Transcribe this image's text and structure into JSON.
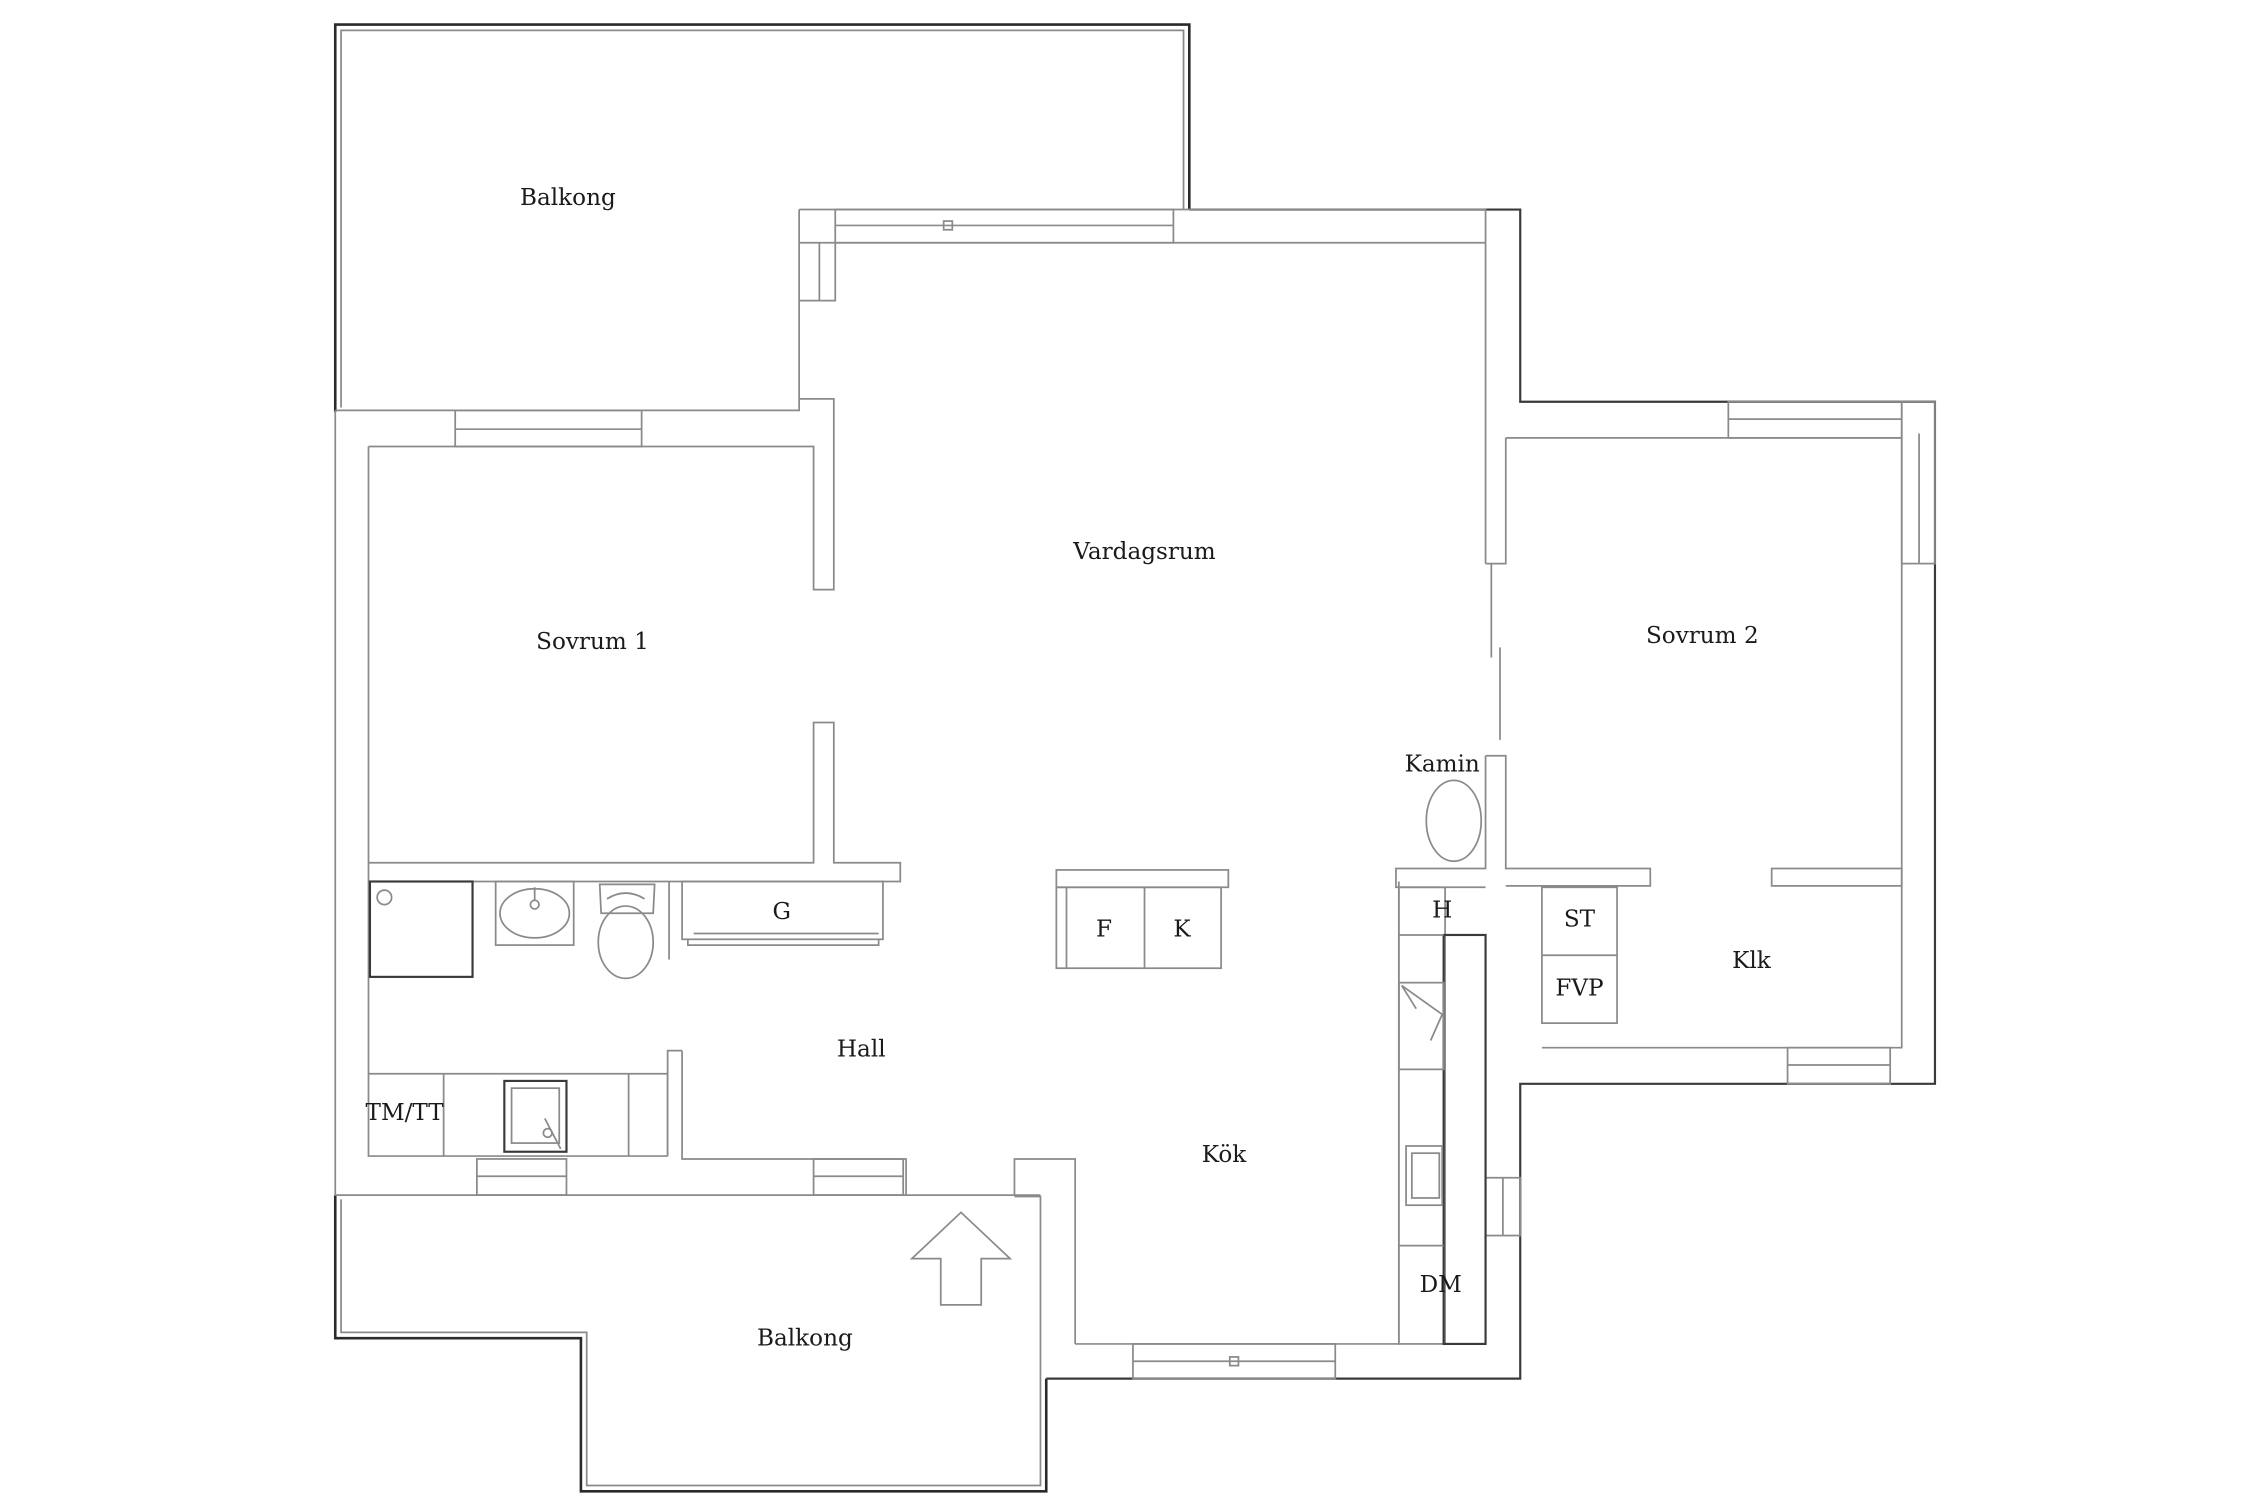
{
  "rooms": {
    "balkong_top": "Balkong",
    "vardagsrum": "Vardagsrum",
    "sovrum1": "Sovrum 1",
    "sovrum2": "Sovrum 2",
    "kamin": "Kamin",
    "hall": "Hall",
    "kok": "Kök",
    "klk": "Klk",
    "balkong_bottom": "Balkong"
  },
  "fixtures": {
    "garderob": "G",
    "frys": "F",
    "kyl": "K",
    "hall_h": "H",
    "tm_tt": "TM/TT",
    "dm": "DM",
    "st": "ST",
    "fvp": "FVP"
  }
}
